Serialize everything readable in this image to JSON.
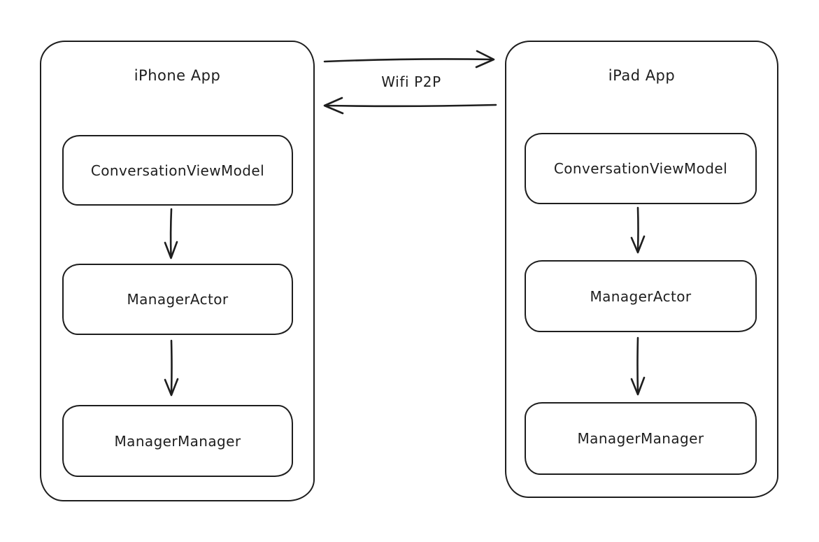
{
  "diagram": {
    "type": "flowchart",
    "style": "hand-drawn",
    "colors": {
      "stroke": "#1e1e1e",
      "background": "#ffffff"
    },
    "connection": {
      "label": "Wifi P2P",
      "from": "iPhone App",
      "to": "iPad App",
      "bidirectional": true
    },
    "panels": [
      {
        "title": "iPhone App",
        "boxes": [
          {
            "label": "ConversationViewModel"
          },
          {
            "label": "ManagerActor"
          },
          {
            "label": "ManagerManager"
          }
        ]
      },
      {
        "title": "iPad App",
        "boxes": [
          {
            "label": "ConversationViewModel"
          },
          {
            "label": "ManagerActor"
          },
          {
            "label": "ManagerManager"
          }
        ]
      }
    ],
    "flows": [
      {
        "from": "ConversationViewModel",
        "to": "ManagerActor",
        "panel": "iPhone App"
      },
      {
        "from": "ManagerActor",
        "to": "ManagerManager",
        "panel": "iPhone App"
      },
      {
        "from": "ConversationViewModel",
        "to": "ManagerActor",
        "panel": "iPad App"
      },
      {
        "from": "ManagerActor",
        "to": "ManagerManager",
        "panel": "iPad App"
      }
    ]
  }
}
